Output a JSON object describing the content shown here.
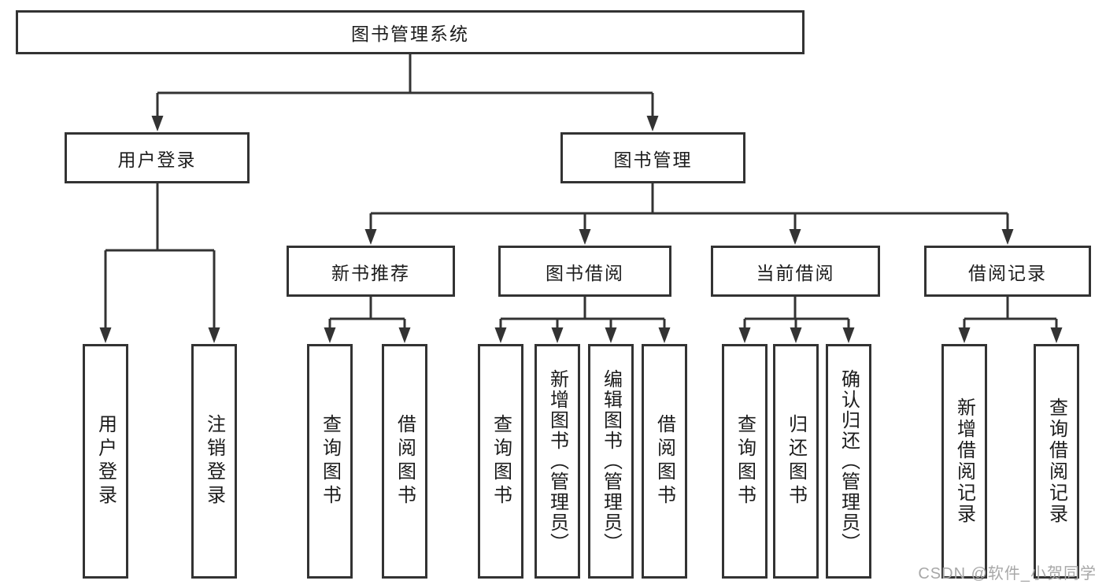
{
  "tree": {
    "label": "图书管理系统",
    "children": [
      {
        "label": "用户登录",
        "children": [
          {
            "label": "用户登录"
          },
          {
            "label": "注销登录"
          }
        ]
      },
      {
        "label": "图书管理",
        "children": [
          {
            "label": "新书推荐",
            "children": [
              {
                "label": "查询图书"
              },
              {
                "label": "借阅图书"
              }
            ]
          },
          {
            "label": "图书借阅",
            "children": [
              {
                "label": "查询图书"
              },
              {
                "label": "新增图书（管理员）"
              },
              {
                "label": "编辑图书（管理员）"
              },
              {
                "label": "借阅图书"
              }
            ]
          },
          {
            "label": "当前借阅",
            "children": [
              {
                "label": "查询图书"
              },
              {
                "label": "归还图书"
              },
              {
                "label": "确认归还（管理员）"
              }
            ]
          },
          {
            "label": "借阅记录",
            "children": [
              {
                "label": "新增借阅记录"
              },
              {
                "label": "查询借阅记录"
              }
            ]
          }
        ]
      }
    ]
  },
  "watermark": {
    "text": "CSDN @软件_小贺同学"
  },
  "colors": {
    "line": "#333333",
    "box_border": "#333333",
    "text": "#1c1c1c",
    "watermark": "#a8a8a8",
    "background": "#ffffff"
  }
}
